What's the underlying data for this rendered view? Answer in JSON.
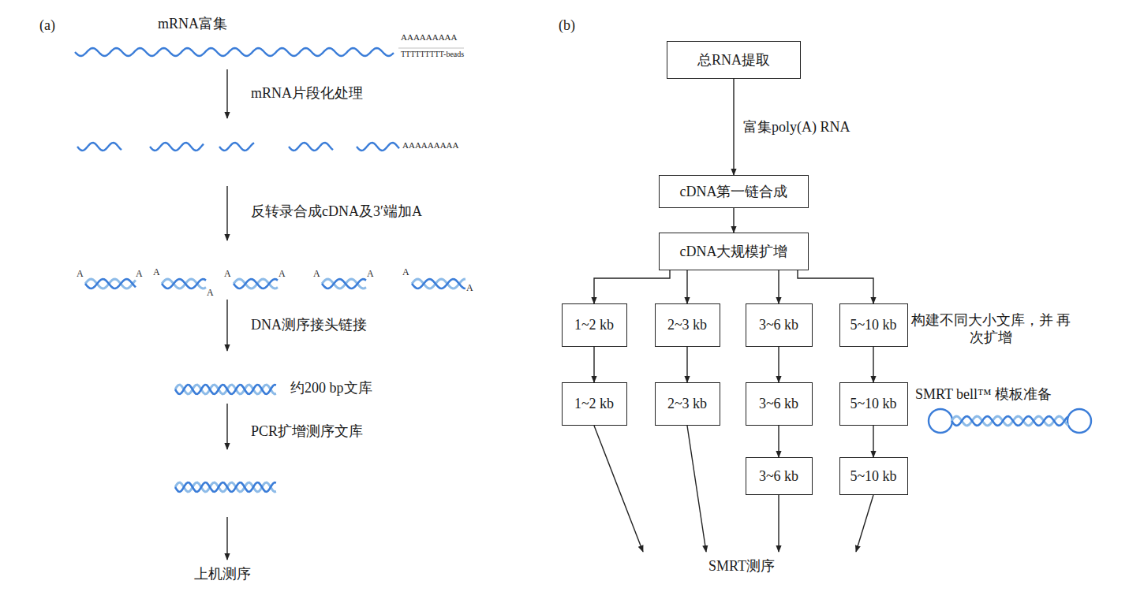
{
  "diagram": {
    "nodes": [
      {
        "text": [
          "总RNA提取"
        ]
      },
      {
        "text": [
          "cDNA第一链合成"
        ]
      },
      {
        "text": [
          "cDNA大规模扩增"
        ]
      },
      {
        "text": [
          "1~2 kb"
        ]
      },
      {
        "text": [
          "2~3 kb"
        ]
      },
      {
        "text": [
          "3~6 kb"
        ]
      },
      {
        "text": [
          "5~10 kb"
        ]
      },
      {
        "text": [
          "1~2 kb"
        ]
      },
      {
        "text": [
          "2~3 kb"
        ]
      },
      {
        "text": [
          "3~6 kb"
        ]
      },
      {
        "text": [
          "5~10 kb"
        ]
      },
      {
        "text": [
          "3~6 kb"
        ]
      },
      {
        "text": [
          "5~10 kb"
        ]
      },
      {
        "text": [
          "SMRT测序"
        ]
      }
    ],
    "edges": [
      {
        "from": 0,
        "to": 1,
        "arrow": "to",
        "label": "富集poly(A) RNA"
      },
      {
        "from": 1,
        "to": 2,
        "arrow": "to"
      },
      {
        "from": 2,
        "to": 3,
        "arrow": "to"
      },
      {
        "from": 2,
        "to": 4,
        "arrow": "to"
      },
      {
        "from": 2,
        "to": 5,
        "arrow": "to"
      },
      {
        "from": 2,
        "to": 6,
        "arrow": "to"
      },
      {
        "from": 3,
        "to": 7,
        "arrow": "to"
      },
      {
        "from": 4,
        "to": 8,
        "arrow": "to"
      },
      {
        "from": 5,
        "to": 9,
        "arrow": "to"
      },
      {
        "from": 6,
        "to": 10,
        "arrow": "to"
      },
      {
        "from": 9,
        "to": 11,
        "arrow": "to"
      },
      {
        "from": 10,
        "to": 12,
        "arrow": "to"
      },
      {
        "from": 7,
        "to": 13,
        "arrow": "to"
      },
      {
        "from": 8,
        "to": 13,
        "arrow": "to"
      },
      {
        "from": 11,
        "to": 13,
        "arrow": "to"
      },
      {
        "from": 12,
        "to": 13,
        "arrow": "to"
      }
    ],
    "labels": [
      "(a)",
      "mRNA富集",
      "AAAAAAAAA",
      "TTTTTTTTT-beads",
      "mRNA片段化处理",
      "AAAAAAAAA",
      "反转录合成cDNA及3′端加A",
      "A",
      "A",
      "A",
      "A",
      "A",
      "A",
      "A",
      "A",
      "A",
      "A",
      "DNA测序接头链接",
      "约200 bp文库",
      "PCR扩增测序文库",
      "上机测序",
      "(b)",
      "构建不同大小文库，并 再次扩增",
      "SMRT bell™ 模板准备"
    ]
  }
}
